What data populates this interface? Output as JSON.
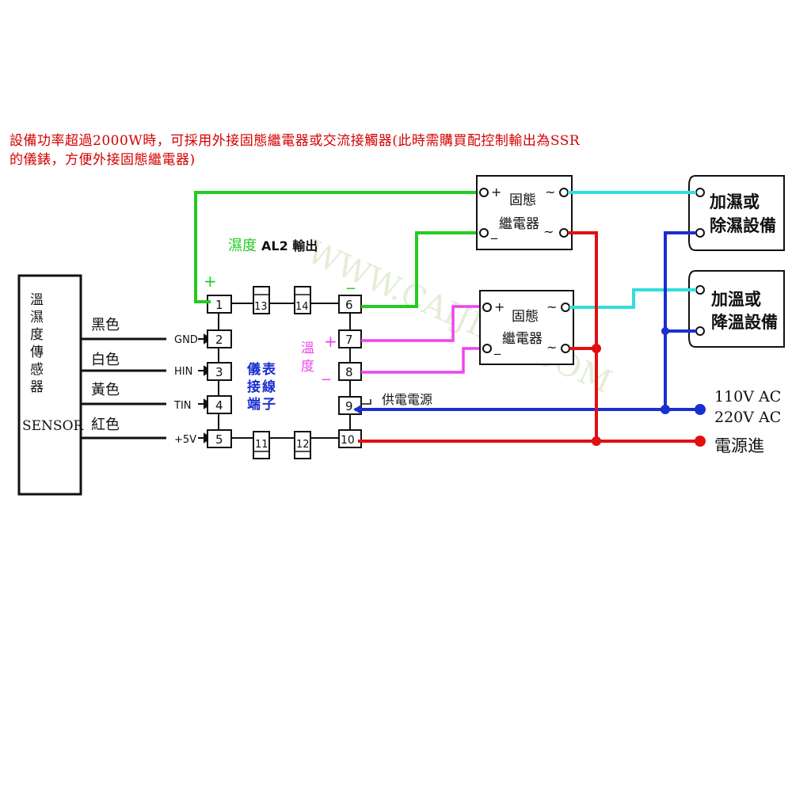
{
  "header": {
    "line1": "設備功率超過2000W時，可採用外接固態繼電器或交流接觸器(此時需購買配控制輸出為SSR",
    "line2": "的儀錶，方便外接固態繼電器)"
  },
  "watermark": "WWW.CAIJIA-T.COM",
  "sensor": {
    "title_chars": [
      "溫",
      "濕",
      "度",
      "傳",
      "感",
      "器"
    ],
    "name": "SENSOR",
    "wire_colors": [
      "黑色",
      "白色",
      "黃色",
      "紅色"
    ],
    "pin_labels": [
      "GND",
      "HIN",
      "TIN",
      "+5V"
    ]
  },
  "terminals": {
    "numbers": [
      "1",
      "2",
      "3",
      "4",
      "5",
      "6",
      "7",
      "8",
      "9",
      "10",
      "11",
      "12",
      "13",
      "14"
    ],
    "center_label_col1": [
      "儀",
      "接",
      "端"
    ],
    "center_label_col2": [
      "表",
      "線",
      "子"
    ]
  },
  "labels": {
    "humidity_output_prefix": "濕度",
    "humidity_output_suffix": "AL2 輸出",
    "plus": "+",
    "minus": "_",
    "temp_chars": [
      "溫",
      "度"
    ],
    "power_supply": "供電電源",
    "voltage_110": "110V AC",
    "voltage_220": "220V AC",
    "power_in": "電源進"
  },
  "relays": [
    {
      "line1": "固態",
      "line2": "繼電器",
      "tilde": "~",
      "plus": "+",
      "minus": "_"
    },
    {
      "line1": "固態",
      "line2": "繼電器",
      "tilde": "~",
      "plus": "+",
      "minus": "_"
    }
  ],
  "devices": [
    {
      "line1": "加濕或",
      "line2": "除濕設備"
    },
    {
      "line1": "加溫或",
      "line2": "降溫設備"
    }
  ],
  "colors": {
    "humidity_wire": "#22cc22",
    "temperature_wire": "#ee44ee",
    "neutral_wire": "#1a2fd0",
    "live_wire": "#e01010",
    "load_wire": "#33dddd",
    "header_text": "#d40000",
    "center_label": "#1a2fd0"
  }
}
